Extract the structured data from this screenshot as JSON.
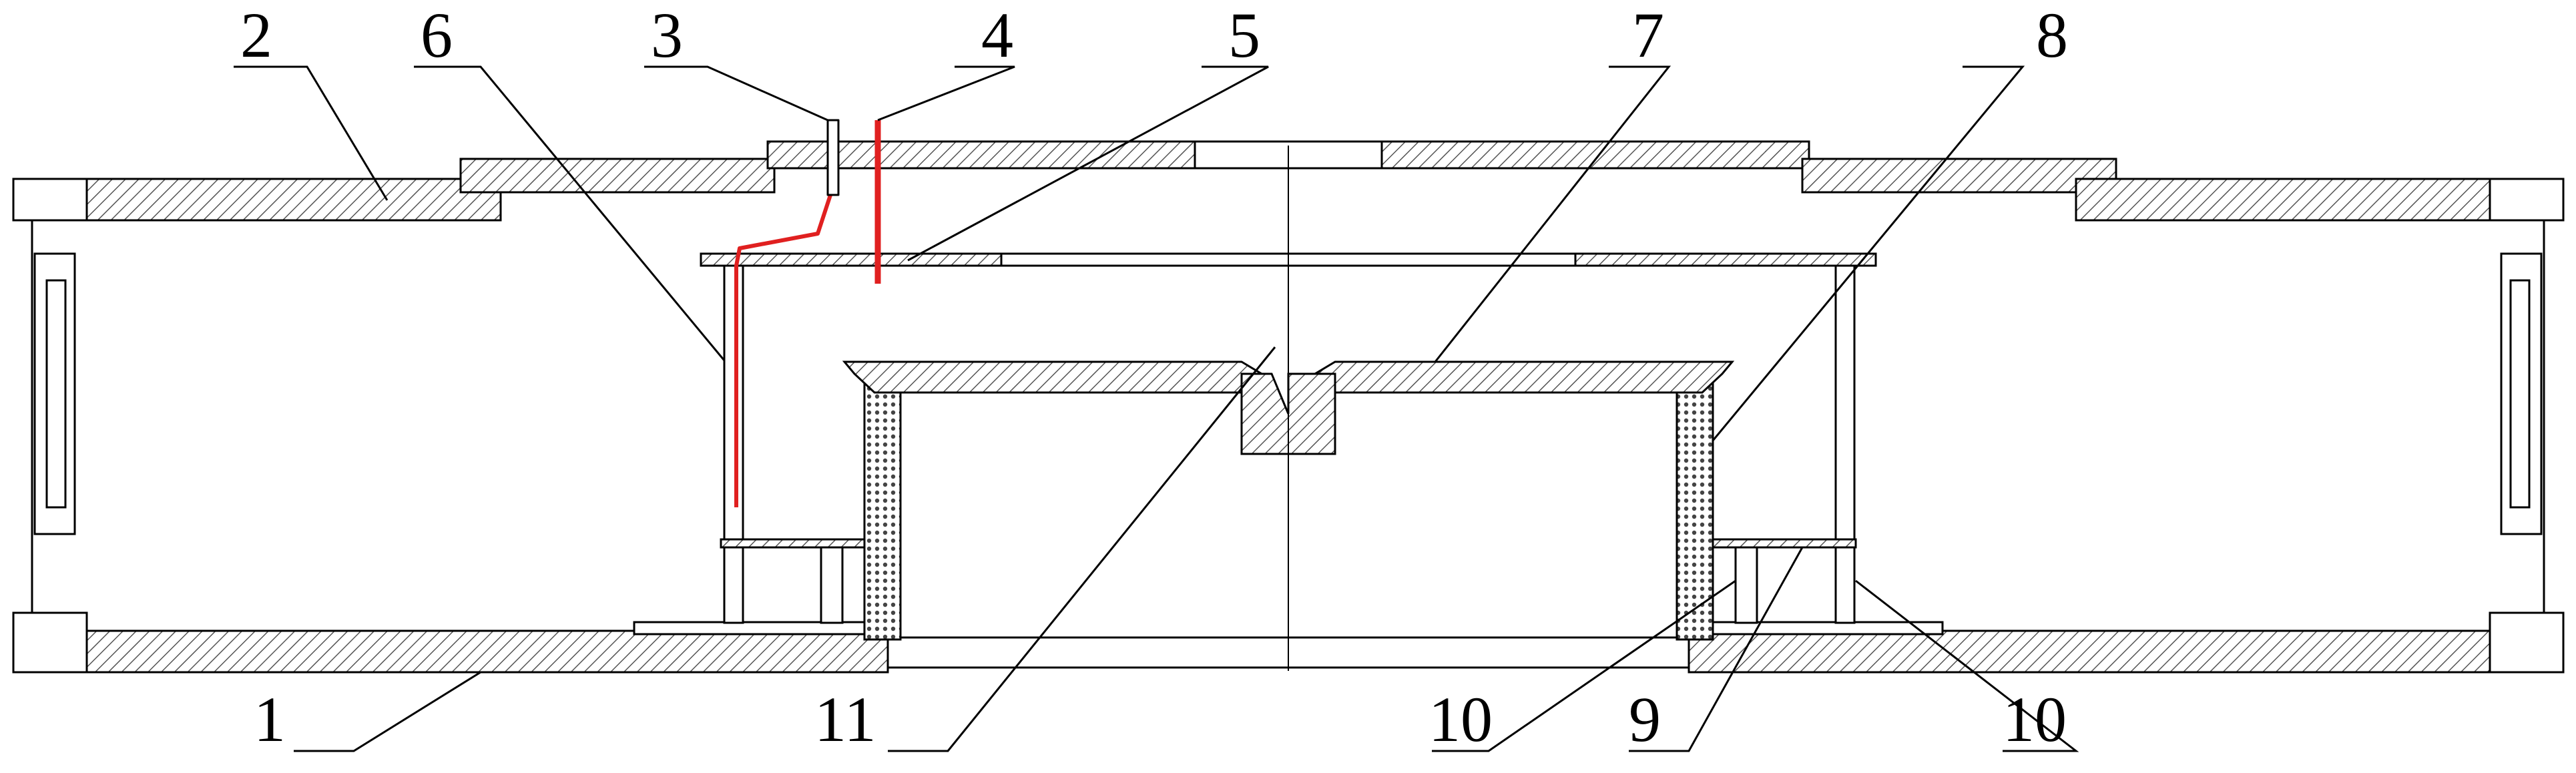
{
  "diagram": {
    "colors": {
      "line": "#000000",
      "hatch": "#555555",
      "wire": "#e02020",
      "mesh": "#444444",
      "background": "#ffffff"
    },
    "labels": {
      "l1": "1",
      "l2": "2",
      "l3": "3",
      "l4": "4",
      "l5": "5",
      "l6": "6",
      "l7": "7",
      "l8": "8",
      "l9": "9",
      "l10a": "10",
      "l10b": "10",
      "l11": "11"
    }
  }
}
